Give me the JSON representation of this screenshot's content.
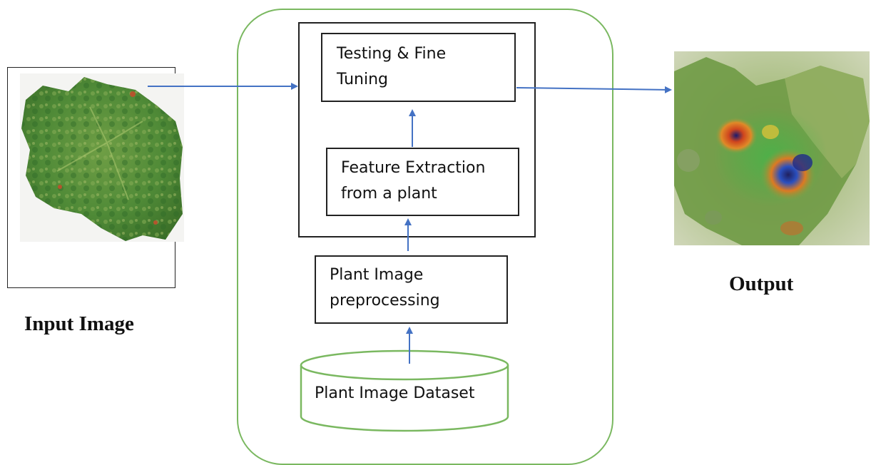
{
  "input": {
    "caption": "Input Image"
  },
  "output": {
    "caption": "Output"
  },
  "pipeline": {
    "testing": "Testing & Fine Tuning",
    "feature": "Feature Extraction from a plant",
    "preprocess": "Plant Image preprocessing",
    "dataset": "Plant Image Dataset"
  },
  "colors": {
    "container": "#7ab860",
    "arrow": "#4472c4",
    "box_border": "#222222"
  }
}
